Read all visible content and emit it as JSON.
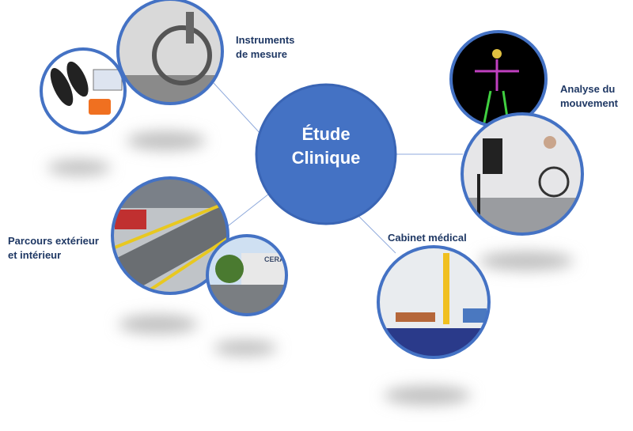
{
  "center": {
    "line1": "Étude",
    "line2": "Clinique"
  },
  "labels": {
    "instruments": {
      "line1": "Instruments",
      "line2": "de mesure"
    },
    "mouvement": {
      "line1": "Analyse du",
      "line2": "mouvement"
    },
    "cabinet": {
      "line1": "Cabinet médical"
    },
    "parcours": {
      "line1": "Parcours extérieur",
      "line2": "et intérieur"
    }
  },
  "photos": [
    "wheelchair-on-measurement-platform",
    "instrumented-insoles-and-sensor",
    "motion-capture-skeleton",
    "motion-analysis-wheelchair-user",
    "medical-office",
    "indoor-ramp-course",
    "cerah-building-exterior"
  ],
  "signage": "CERAH",
  "colors": {
    "circle_fill": "#4472c4",
    "circle_border": "#4472c4",
    "connector": "#8faadc",
    "label_text": "#1f3864"
  }
}
